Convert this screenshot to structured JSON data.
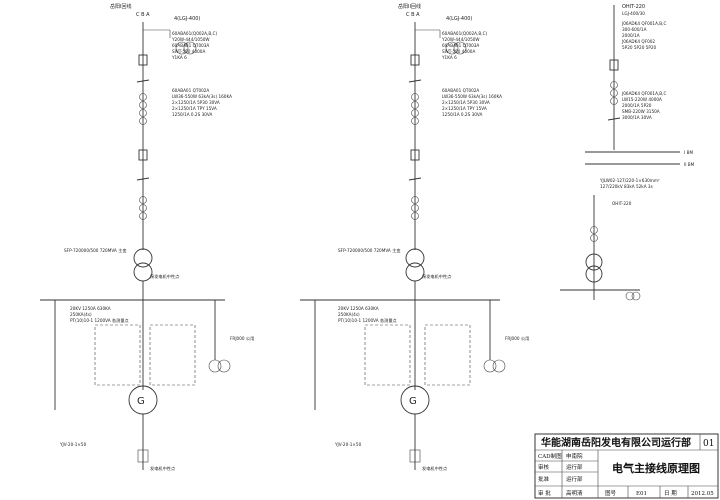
{
  "drawing": {
    "left_top": "岳阳I回线",
    "left_ca": "C B A",
    "left_cb_type": "4(LGJ-400)",
    "center_top": "岳阳II回线",
    "center_ca": "C B A",
    "center_cb_type": "4(LGJ-400)",
    "right_top": "OHIT-220",
    "right_sub": "LGJ-400/30",
    "right_bottom": "OHIT-220",
    "bus_1": "I BM",
    "bus_2": "II BM",
    "busbar_note": "YJLW02-127/220-1×630mm²",
    "bus_rating": "127/220kV 83kA 52kA 3s",
    "aux_label_left": "FRJ000 公用",
    "aux_label_center": "FRJ000 公用",
    "gen_label_left": "接发电机中性点",
    "gen_label_center": "接发电机中性点",
    "xfmr_label_left": "SFP-720000/500 720MVA 主变",
    "xfmr_label_center": "SFP-720000/500 720MVA 主变",
    "left_block_1": [
      "60ABA01(Q002A,B,C)",
      "Y20W-444/1050W",
      "60ABA01 QT003A",
      "SWT-550 4000A",
      "Y1KA 6"
    ],
    "left_block_2": [
      "60ABA01 QT002A",
      "LW36-550W 63kA(3s) 160KA",
      "2×1250/1A 5P30 30VA",
      "2×1250/1A TPY 15VA",
      "1250/1A 0.2S 30VA"
    ],
    "center_block_1": [
      "60ABA01(Q002A,B,C)",
      "Y20W-444/1050W",
      "60ABA01 QT003A",
      "SWT-550 4000A",
      "Y1KA 6"
    ],
    "center_block_2": [
      "60ABA01 QT002A",
      "LW36-550W 63kA(3s) 160KA",
      "2×1250/1A 5P30 30VA",
      "2×1250/1A TPY 15VA",
      "1250/1A 0.2S 30VA"
    ],
    "right_block_1": [
      "J06ADK4 QF001A,B,C",
      "300-600/1A",
      "2000/1A",
      "J06ADK4 QF002",
      "5P20 5P20 5P20"
    ],
    "right_block_2": [
      "J06ADK4 QF001A,B,C",
      "LW15-220W 4000A",
      "2000/1A 5P20",
      "SMB-220W 3150A",
      "3000/1A 30VA"
    ],
    "left_low": [
      "20KV 1250A 630KA",
      "250KA(4s)",
      "PT(10)10-1 1200VA 各测量点"
    ],
    "center_low": [
      "20KV 1250A 630KA",
      "250KA(4s)",
      "PT(10)10-1 1200VA 各测量点"
    ],
    "left_bottom_note": "YJV-20-1×50",
    "center_bottom_note": "YJV-20-1×50",
    "left_gen_note": "发电机中性点",
    "center_gen_note": "发电机中性点"
  },
  "title_block": {
    "company": "华能湖南岳阳发电有限公司运行部",
    "title": "电气主接线原理图",
    "sheet_no": "01",
    "rows": [
      {
        "a": "CAD制图",
        "b": "申南院",
        "c": "",
        "d": ""
      },
      {
        "a": "审核",
        "b": "运行部",
        "c": "",
        "d": ""
      },
      {
        "a": "批准",
        "b": "运行部",
        "c": "",
        "d": ""
      },
      {
        "a": "审 批",
        "b": "高明清",
        "c": "图号",
        "d": "E01",
        "e": "日 期",
        "f": "2012.05"
      }
    ]
  }
}
